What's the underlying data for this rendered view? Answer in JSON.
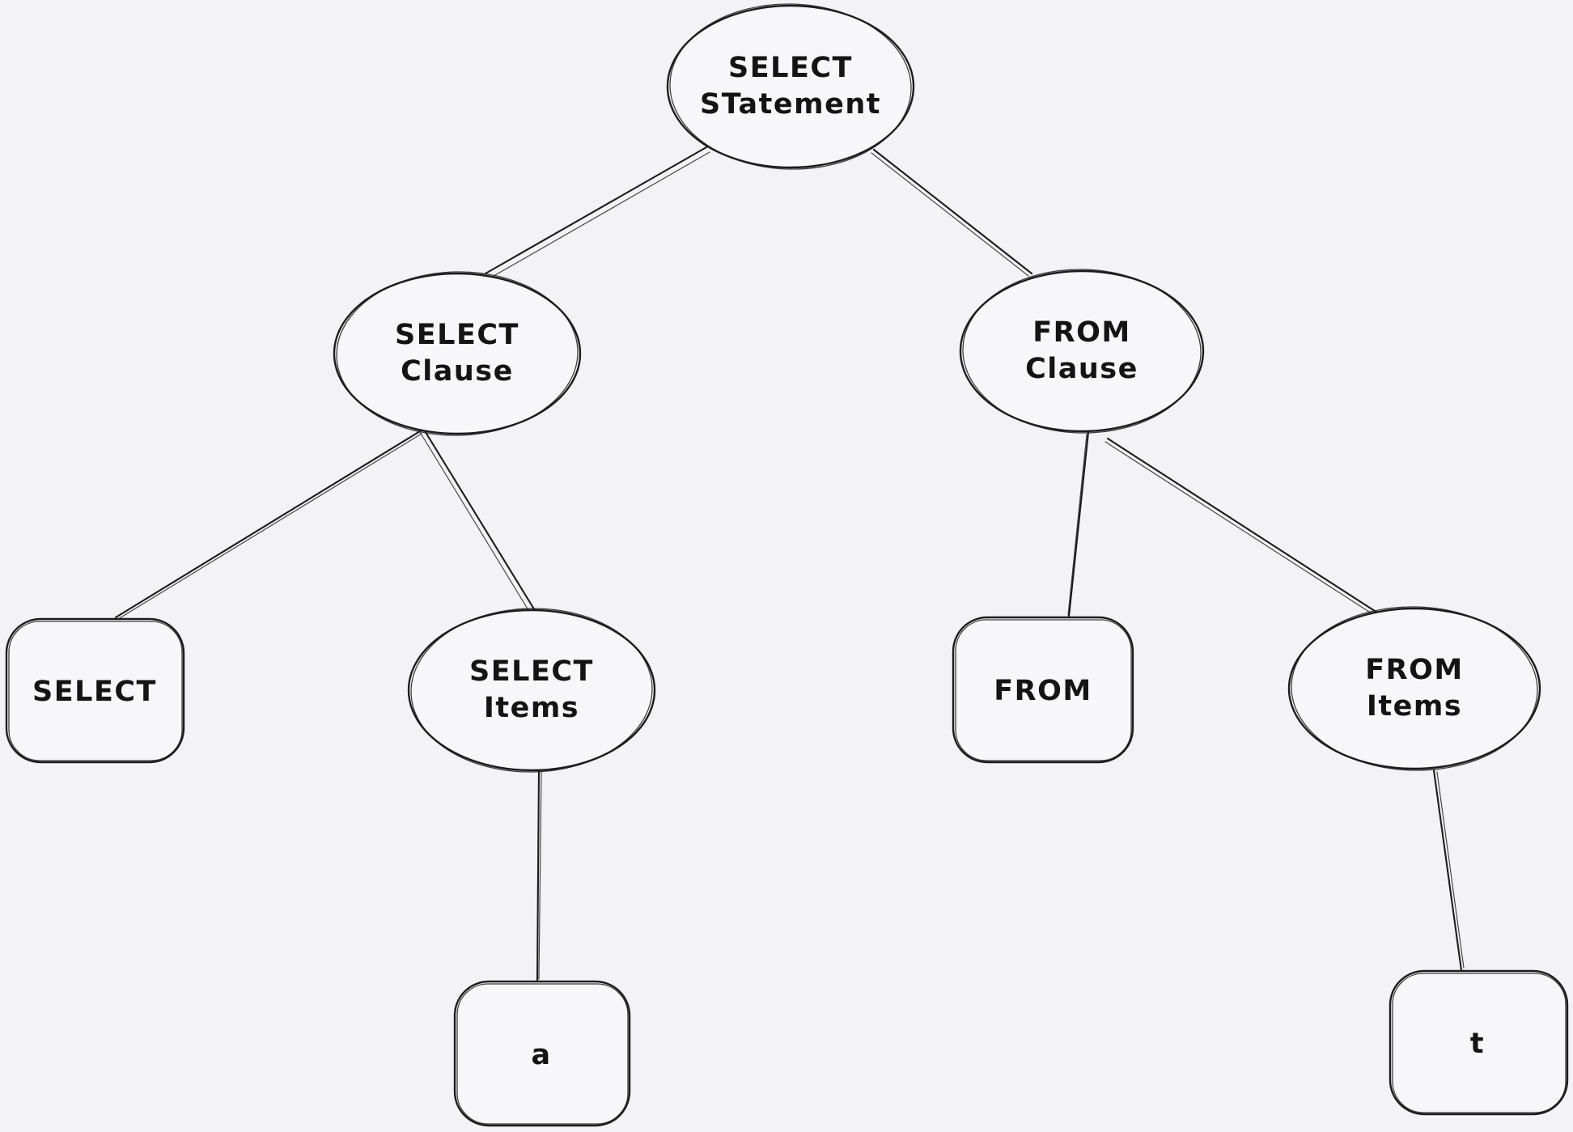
{
  "canvas": {
    "background": "#f3f3f5",
    "shape_fill": "#f7f7f9",
    "stroke_color": "#1c1c1c",
    "text_color": "#141414"
  },
  "diagram": {
    "type": "tree",
    "nodes": [
      {
        "id": "select-statement",
        "shape": "ellipse",
        "label": "SELECT STatement",
        "lines": [
          "SELECT",
          "STatement"
        ]
      },
      {
        "id": "select-clause",
        "shape": "ellipse",
        "label": "SELECT Clause",
        "lines": [
          "SELECT",
          "Clause"
        ]
      },
      {
        "id": "from-clause",
        "shape": "ellipse",
        "label": "FROM Clause",
        "lines": [
          "FROM",
          "Clause"
        ]
      },
      {
        "id": "select-keyword",
        "shape": "rectangle",
        "label": "SELECT",
        "lines": [
          "SELECT"
        ]
      },
      {
        "id": "select-items",
        "shape": "ellipse",
        "label": "SELECT Items",
        "lines": [
          "SELECT",
          "Items"
        ]
      },
      {
        "id": "from-keyword",
        "shape": "rectangle",
        "label": "FROM",
        "lines": [
          "FROM"
        ]
      },
      {
        "id": "from-items",
        "shape": "ellipse",
        "label": "FROM Items",
        "lines": [
          "FROM",
          "Items"
        ]
      },
      {
        "id": "column-a",
        "shape": "rectangle",
        "label": "a",
        "lines": [
          "a"
        ]
      },
      {
        "id": "table-t",
        "shape": "rectangle",
        "label": "t",
        "lines": [
          "t"
        ]
      }
    ],
    "edges": [
      {
        "from": "select-statement",
        "to": "select-clause"
      },
      {
        "from": "select-statement",
        "to": "from-clause"
      },
      {
        "from": "select-clause",
        "to": "select-keyword"
      },
      {
        "from": "select-clause",
        "to": "select-items"
      },
      {
        "from": "select-items",
        "to": "column-a"
      },
      {
        "from": "from-clause",
        "to": "from-keyword"
      },
      {
        "from": "from-clause",
        "to": "from-items"
      },
      {
        "from": "from-items",
        "to": "table-t"
      }
    ]
  }
}
